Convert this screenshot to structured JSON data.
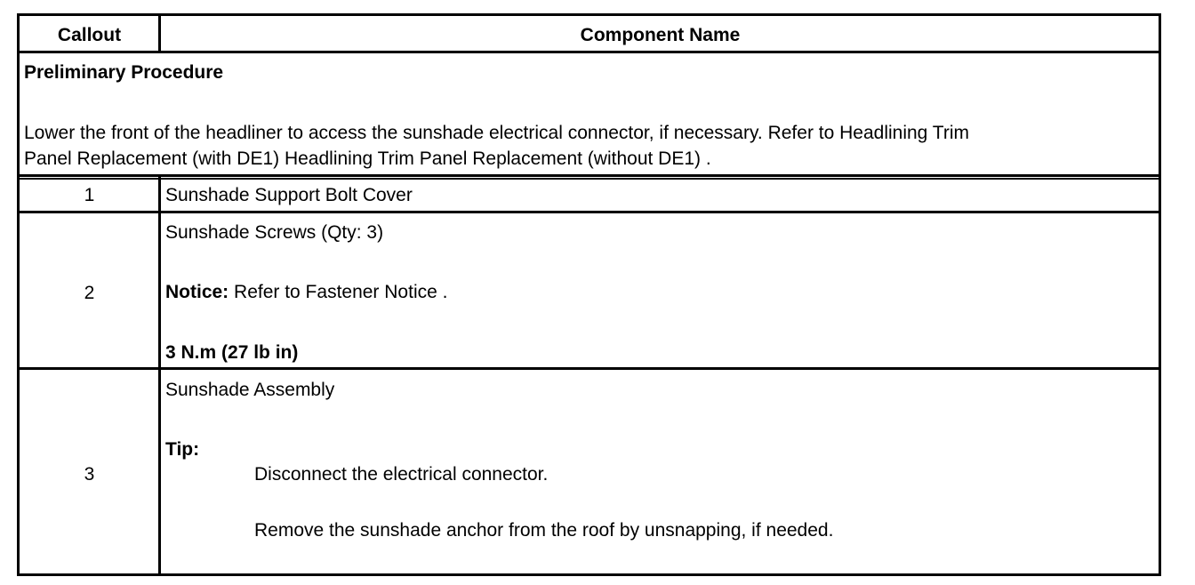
{
  "header": {
    "callout": "Callout",
    "component_name": "Component Name"
  },
  "preliminary": {
    "title": "Preliminary Procedure",
    "line1": "Lower the front of the headliner to access the sunshade electrical connector, if necessary. Refer to Headlining Trim",
    "line2": "Panel Replacement (with DE1) Headlining Trim Panel Replacement (without DE1) ."
  },
  "rows": [
    {
      "callout": "1",
      "name": "Sunshade Support Bolt Cover"
    },
    {
      "callout": "2",
      "name": "Sunshade Screws (Qty: 3)",
      "notice_label": "Notice:",
      "notice_text": " Refer to Fastener Notice .",
      "torque": "3 N.m (27 lb in)"
    },
    {
      "callout": "3",
      "name": "Sunshade Assembly",
      "tip_label": "Tip:",
      "tip_1": "Disconnect the electrical connector.",
      "tip_2": "Remove the sunshade anchor from the roof by unsnapping, if needed."
    }
  ]
}
